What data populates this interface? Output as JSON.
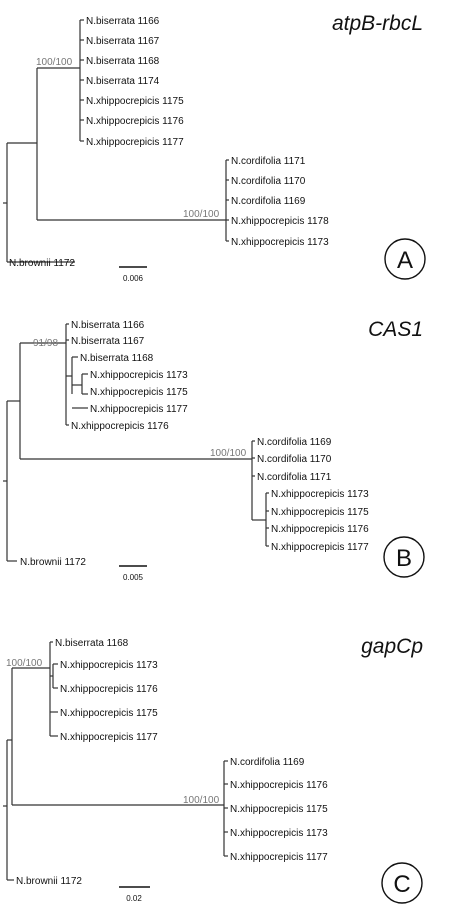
{
  "panels": [
    {
      "gene": "atpB-rbcL",
      "badge": "A",
      "scale_label": "0.006",
      "support_labels": [
        "100/100",
        "100/100"
      ],
      "taxa": [
        "N.biserrata 1166",
        "N.biserrata 1167",
        "N.biserrata 1168",
        "N.biserrata 1174",
        "N.xhippocrepicis 1175",
        "N.xhippocrepicis 1176",
        "N.xhippocrepicis 1177",
        "N.cordifolia 1171",
        "N.cordifolia 1170",
        "N.cordifolia 1169",
        "N.xhippocrepicis 1178",
        "N.xhippocrepicis 1173",
        "N.brownii 1172"
      ]
    },
    {
      "gene": "CAS1",
      "badge": "B",
      "scale_label": "0.005",
      "support_labels": [
        "91/98",
        "100/100"
      ],
      "taxa": [
        "N.biserrata 1166",
        "N.biserrata 1167",
        "N.biserrata 1168",
        "N.xhippocrepicis 1173",
        "N.xhippocrepicis 1175",
        "N.xhippocrepicis 1177",
        "N.xhippocrepicis 1176",
        "N.cordifolia 1169",
        "N.cordifolia 1170",
        "N.cordifolia 1171",
        "N.xhippocrepicis 1173",
        "N.xhippocrepicis 1175",
        "N.xhippocrepicis 1176",
        "N.xhippocrepicis 1177",
        "N.brownii 1172"
      ]
    },
    {
      "gene": "gapCp",
      "badge": "C",
      "scale_label": "0.02",
      "support_labels": [
        "100/100",
        "100/100"
      ],
      "taxa": [
        "N.biserrata 1168",
        "N.xhippocrepicis 1173",
        "N.xhippocrepicis 1176",
        "N.xhippocrepicis 1175",
        "N.xhippocrepicis 1177",
        "N.cordifolia 1169",
        "N.xhippocrepicis 1176",
        "N.xhippocrepicis 1175",
        "N.xhippocrepicis 1173",
        "N.xhippocrepicis 1177",
        "N.brownii 1172"
      ]
    }
  ]
}
